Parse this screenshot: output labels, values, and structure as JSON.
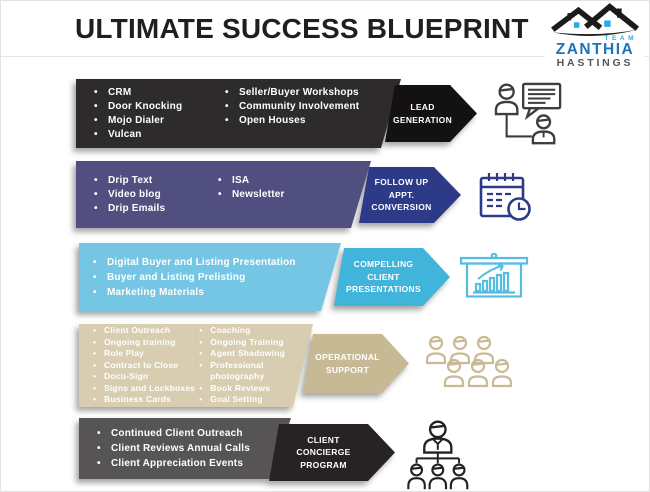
{
  "page": {
    "title": "ULTIMATE SUCCESS BLUEPRINT"
  },
  "logo": {
    "team": "TEAM",
    "name": "ZANTHIA",
    "surname": "HASTINGS",
    "colors": {
      "accent_blue": "#29abe2",
      "name_blue": "#1c75bb",
      "surname_gray": "#55565a",
      "house_black": "#1b1b1b"
    }
  },
  "rows": [
    {
      "id": "lead-generation",
      "label": "LEAD GENERATION",
      "columns": [
        [
          "CRM",
          "Door Knocking",
          "Mojo Dialer",
          "Vulcan"
        ],
        [
          "Seller/Buyer Workshops",
          "Community Involvement",
          "Open Houses"
        ]
      ],
      "icon": "network-chat-icon",
      "colors": {
        "body": "#2e2b2c",
        "arrow": "#141112",
        "icon": "#403c3d"
      }
    },
    {
      "id": "follow-up-appt-conversion",
      "label": "FOLLOW UP APPT. CONVERSION",
      "columns": [
        [
          "Drip Text",
          "Video blog",
          "Drip Emails"
        ],
        [
          "ISA",
          "Newsletter"
        ]
      ],
      "icon": "calendar-clock-icon",
      "colors": {
        "body": "#514f80",
        "arrow": "#2c3a88",
        "icon": "#2c3a88"
      }
    },
    {
      "id": "compelling-client-presentations",
      "label": "COMPELLING CLIENT PRESENTATIONS",
      "columns": [
        [
          "Digital Buyer and Listing Presentation",
          "Buyer and Listing Prelisting",
          "Marketing Materials"
        ]
      ],
      "icon": "presentation-chart-icon",
      "colors": {
        "body": "#74c6e4",
        "arrow": "#41b4db",
        "icon": "#54bde0"
      }
    },
    {
      "id": "operational-support",
      "label": "OPERATIONAL SUPPORT",
      "columns": [
        [
          "Client Outreach",
          "Ongoing training",
          "Role Play",
          "Contract to Close",
          "Docu-Sign",
          "Signs and Lockboxes",
          "Business Cards"
        ],
        [
          "Coaching",
          "Ongoing Training",
          "Agent Shadowing",
          "Professional photography",
          "Book Reviews",
          "Goal Setting"
        ]
      ],
      "icon": "team-group-icon",
      "colors": {
        "body": "#d8cdb0",
        "arrow": "#c8b995",
        "icon": "#c9ba95"
      }
    },
    {
      "id": "client-concierge-program",
      "label": "CLIENT CONCIERGE PROGRAM",
      "columns": [
        [
          "Continued Client Outreach",
          "Client Reviews Annual Calls",
          "Client Appreciation Events"
        ]
      ],
      "icon": "org-chart-icon",
      "colors": {
        "body": "#575455",
        "arrow": "#272324",
        "icon": "#232021"
      }
    }
  ]
}
